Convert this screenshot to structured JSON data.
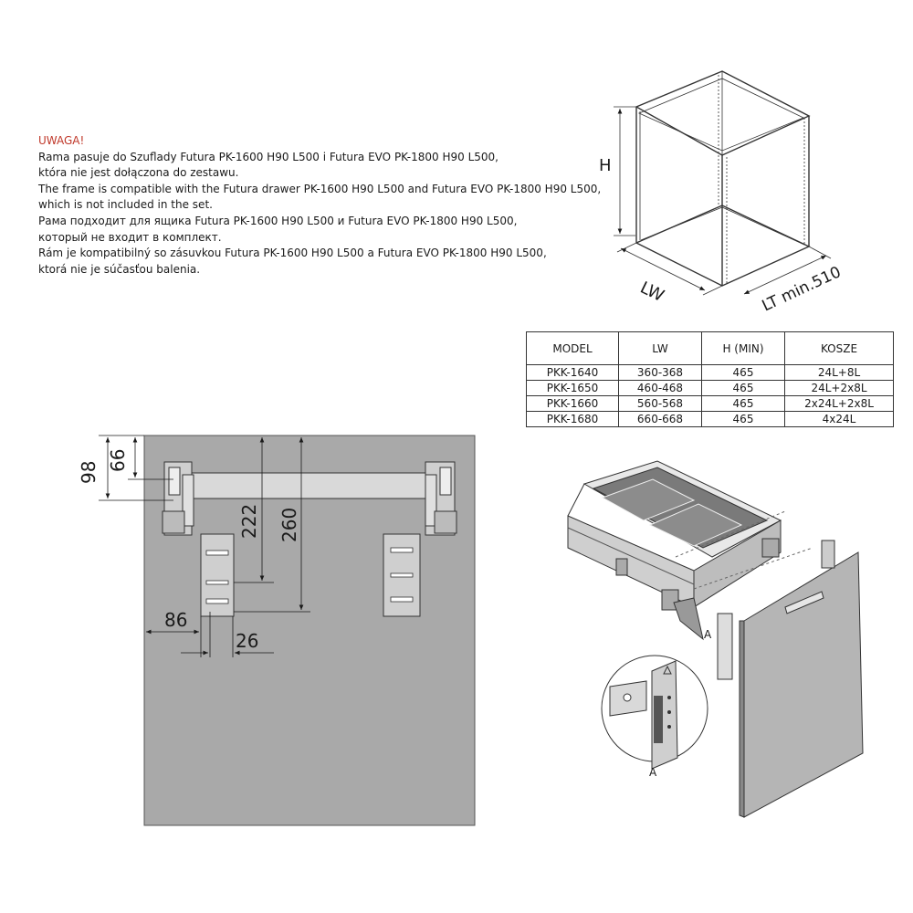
{
  "note": {
    "warning_title": "UWAGA!",
    "lines": [
      "Rama pasuje do Szuflady Futura PK-1600 H90 L500 i Futura EVO PK-1800 H90 L500,",
      "która nie jest dołączona do zestawu.",
      "The frame is compatible with the Futura drawer PK-1600 H90 L500 and Futura EVO PK-1800 H90 L500,",
      "which is not included in the set.",
      "Рама подходит для ящика Futura PK-1600 H90 L500 и Futura EVO PK-1800 H90 L500,",
      "который не входит в комплект.",
      "Rám je kompatibilný so zásuvkou Futura PK-1600 H90 L500 a Futura EVO PK-1800 H90 L500,",
      "ktorá nie je súčasťou balenia."
    ]
  },
  "cabinet": {
    "h_label": "H",
    "lw_label": "LW",
    "lt_label": "LT min.510"
  },
  "table": {
    "headers": [
      "MODEL",
      "LW",
      "H (MIN)",
      "KOSZE"
    ],
    "rows": [
      [
        "PKK-1640",
        "360-368",
        "465",
        "24L+8L"
      ],
      [
        "PKK-1650",
        "460-468",
        "465",
        "24L+2x8L"
      ],
      [
        "PKK-1660",
        "560-568",
        "465",
        "2x24L+2x8L"
      ],
      [
        "PKK-1680",
        "660-668",
        "465",
        "4x24L"
      ]
    ]
  },
  "dims": {
    "d98": "98",
    "d66": "66",
    "d222": "222",
    "d260": "260",
    "d86": "86",
    "d26": "26"
  },
  "detail": {
    "label_a": "A",
    "label_a_small": "A"
  },
  "colors": {
    "panel": "#a9a9a9",
    "warning": "#c0392b",
    "line": "#1a1a1a"
  }
}
